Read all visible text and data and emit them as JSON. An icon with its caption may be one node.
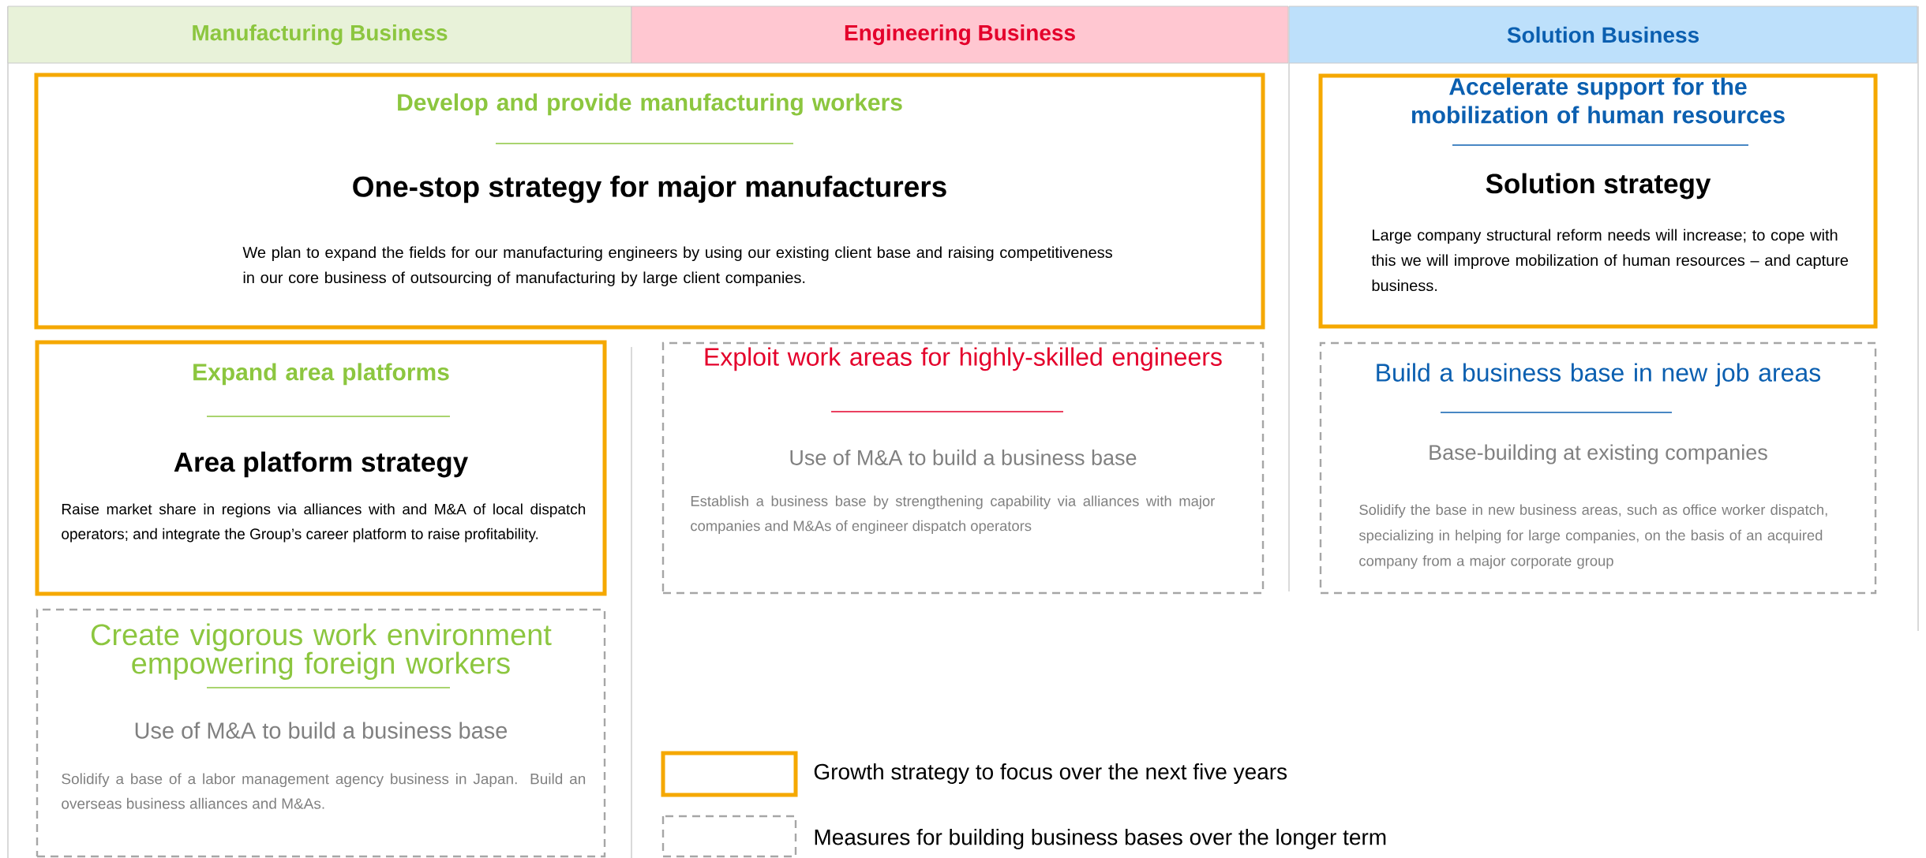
{
  "diagram": {
    "nodes": [
      {
        "text": [
          "Manufacturing Business"
        ]
      },
      {
        "text": [
          "Engineering Business"
        ]
      },
      {
        "text": [
          "Solution Business"
        ]
      },
      {
        "text": [
          "Develop and provide manufacturing workers",
          "One-stop strategy for major manufacturers",
          "We plan to expand the fields for our manufacturing engineers by using our existing client base and raising competitiveness in our core business of outsourcing of manufacturing by large client companies."
        ]
      },
      {
        "text": [
          "Accelerate support for the mobilization of human resources",
          "Solution strategy",
          "Large company structural reform needs will increase; to cope with this we will improve mobilization of human resources – and capture business."
        ]
      },
      {
        "text": [
          "Expand area platforms",
          "Area platform strategy",
          "Raise market share in regions via alliances with and M&A of local dispatch operators; and integrate the Group’s career platform to raise profitability."
        ]
      },
      {
        "text": [
          "Exploit work areas for highly-skilled engineers",
          "Use of M&A to build a business base",
          "Establish a business base by strengthening capability via alliances with major companies and M&As of engineer dispatch operators"
        ]
      },
      {
        "text": [
          "Build a business base in new job areas",
          "Base-building at existing companies",
          "Solidify the base in new business areas, such as office worker dispatch, specializing in helping for large companies, on the basis of an acquired company from a major corporate group"
        ]
      },
      {
        "text": [
          "Create vigorous work environment empowering foreign workers",
          "Use of M&A to build a business base",
          "Solidify a base of a labor management agency business in Japan. Build an overseas business alliances and M&As."
        ]
      }
    ],
    "legend": [
      {
        "text": "Growth strategy to focus over the next five years"
      },
      {
        "text": "Measures for building business bases over the longer term"
      }
    ]
  }
}
